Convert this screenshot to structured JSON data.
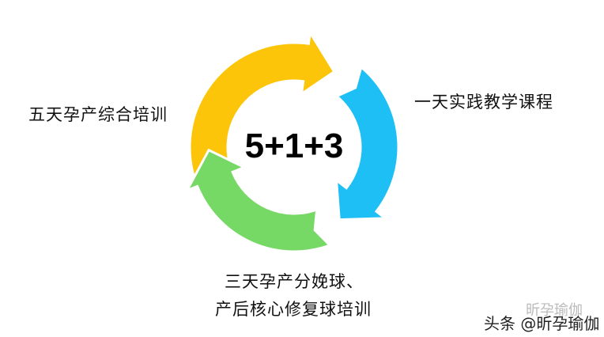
{
  "center_text": "5+1+3",
  "labels": {
    "left": "五天孕产综合培训",
    "right": "一天实践教学课程",
    "bottom_line1": "三天孕产分娩球、",
    "bottom_line2": "产后核心修复球培训"
  },
  "arrows": [
    {
      "name": "yellow",
      "color": "#FCC50A"
    },
    {
      "name": "blue",
      "color": "#1EBFF5"
    },
    {
      "name": "green",
      "color": "#76D865"
    }
  ],
  "watermark": {
    "faded": "昕孕瑜伽",
    "main": "头条 @昕孕瑜伽"
  }
}
